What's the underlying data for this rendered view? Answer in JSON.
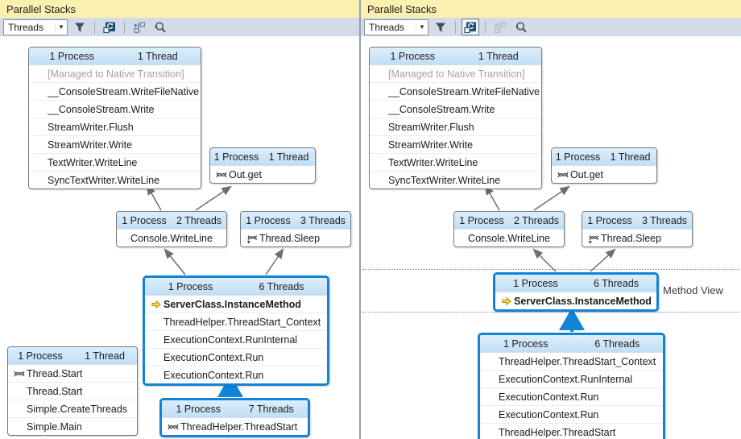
{
  "colors": {
    "highlight_blue": "#1184d8",
    "header_blue": "#cfe6f8",
    "title_yellow": "#fbf0b0",
    "current_statement_yellow": "#ffd733"
  },
  "left_panel": {
    "title": "Parallel Stacks",
    "toolbar": {
      "view_mode": "Threads",
      "icons": [
        "filter-icon",
        "method-view-toggle-icon",
        "autoscroll-current-frame-icon",
        "zoom-control-icon"
      ]
    },
    "boxes": {
      "top": {
        "process": "1 Process",
        "threads": "1 Thread",
        "rows": [
          {
            "text": "[Managed to Native Transition]",
            "style": "dim"
          },
          {
            "text": "__ConsoleStream.WriteFileNative"
          },
          {
            "text": "__ConsoleStream.Write"
          },
          {
            "text": "StreamWriter.Flush"
          },
          {
            "text": "StreamWriter.Write"
          },
          {
            "text": "TextWriter.WriteLine"
          },
          {
            "text": "SyncTextWriter.WriteLine"
          }
        ]
      },
      "out_get": {
        "process": "1 Process",
        "threads": "1 Thread",
        "rows": [
          {
            "text": "Out.get",
            "icon": "threads"
          }
        ]
      },
      "console_writeline": {
        "process": "1 Process",
        "threads": "2 Threads",
        "rows": [
          {
            "text": "Console.WriteLine",
            "style": "center"
          }
        ]
      },
      "thread_sleep": {
        "process": "1 Process",
        "threads": "3 Threads",
        "rows": [
          {
            "text": "Thread.Sleep",
            "icon": "threads-plus"
          }
        ]
      },
      "server_class": {
        "process": "1 Process",
        "threads": "6 Threads",
        "rows": [
          {
            "text": "ServerClass.InstanceMethod",
            "icon": "current-statement",
            "style": "bold"
          },
          {
            "text": "ThreadHelper.ThreadStart_Context"
          },
          {
            "text": "ExecutionContext.RunInternal"
          },
          {
            "text": "ExecutionContext.Run"
          },
          {
            "text": "ExecutionContext.Run"
          }
        ]
      },
      "main_thread": {
        "process": "1 Process",
        "threads": "1 Thread",
        "rows": [
          {
            "text": "Thread.Start",
            "icon": "threads"
          },
          {
            "text": "Thread.Start"
          },
          {
            "text": "Simple.CreateThreads"
          },
          {
            "text": "Simple.Main"
          }
        ]
      },
      "thread_start": {
        "process": "1 Process",
        "threads": "7 Threads",
        "rows": [
          {
            "text": "ThreadHelper.ThreadStart",
            "icon": "threads"
          }
        ]
      }
    }
  },
  "right_panel": {
    "title": "Parallel Stacks",
    "toolbar": {
      "view_mode": "Threads",
      "icons": [
        "filter-icon",
        "method-view-toggle-icon",
        "autoscroll-current-frame-icon",
        "zoom-control-icon"
      ],
      "method_view_pressed": true
    },
    "method_view_label": "Method View",
    "boxes": {
      "top": {
        "process": "1 Process",
        "threads": "1 Thread",
        "rows": [
          {
            "text": "[Managed to Native Transition]",
            "style": "dim"
          },
          {
            "text": "__ConsoleStream.WriteFileNative"
          },
          {
            "text": "__ConsoleStream.Write"
          },
          {
            "text": "StreamWriter.Flush"
          },
          {
            "text": "StreamWriter.Write"
          },
          {
            "text": "TextWriter.WriteLine"
          },
          {
            "text": "SyncTextWriter.WriteLine"
          }
        ]
      },
      "out_get": {
        "process": "1 Process",
        "threads": "1 Thread",
        "rows": [
          {
            "text": "Out.get",
            "icon": "threads"
          }
        ]
      },
      "console_writeline": {
        "process": "1 Process",
        "threads": "2 Threads",
        "rows": [
          {
            "text": "Console.WriteLine",
            "style": "center"
          }
        ]
      },
      "thread_sleep": {
        "process": "1 Process",
        "threads": "3 Threads",
        "rows": [
          {
            "text": "Thread.Sleep",
            "icon": "threads-plus"
          }
        ]
      },
      "method": {
        "process": "1 Process",
        "threads": "6 Threads",
        "rows": [
          {
            "text": "ServerClass.InstanceMethod",
            "icon": "current-statement",
            "style": "bold"
          }
        ]
      },
      "bottom": {
        "process": "1 Process",
        "threads": "6 Threads",
        "rows": [
          {
            "text": "ThreadHelper.ThreadStart_Context"
          },
          {
            "text": "ExecutionContext.RunInternal"
          },
          {
            "text": "ExecutionContext.Run"
          },
          {
            "text": "ExecutionContext.Run"
          },
          {
            "text": "ThreadHelper.ThreadStart"
          }
        ]
      }
    }
  }
}
